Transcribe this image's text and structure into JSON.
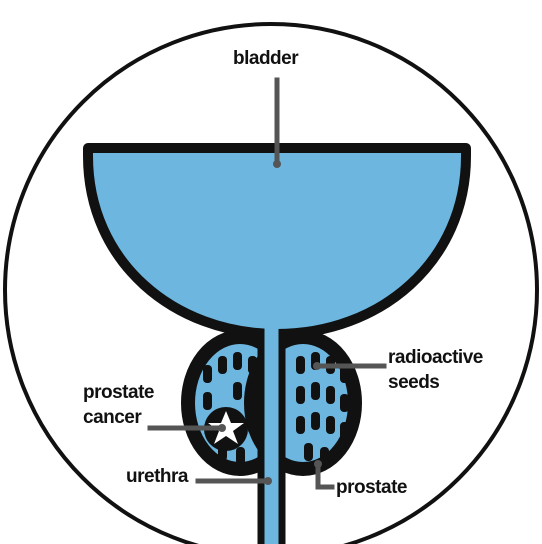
{
  "diagram": {
    "labels": {
      "bladder": "bladder",
      "radioactive_seeds_line1": "radioactive",
      "radioactive_seeds_line2": "seeds",
      "prostate_cancer_line1": "prostate",
      "prostate_cancer_line2": "cancer",
      "urethra": "urethra",
      "prostate": "prostate"
    },
    "colors": {
      "fluid": "#6cb6e0",
      "outline": "#111111",
      "leader": "#555555",
      "background": "#ffffff"
    }
  }
}
